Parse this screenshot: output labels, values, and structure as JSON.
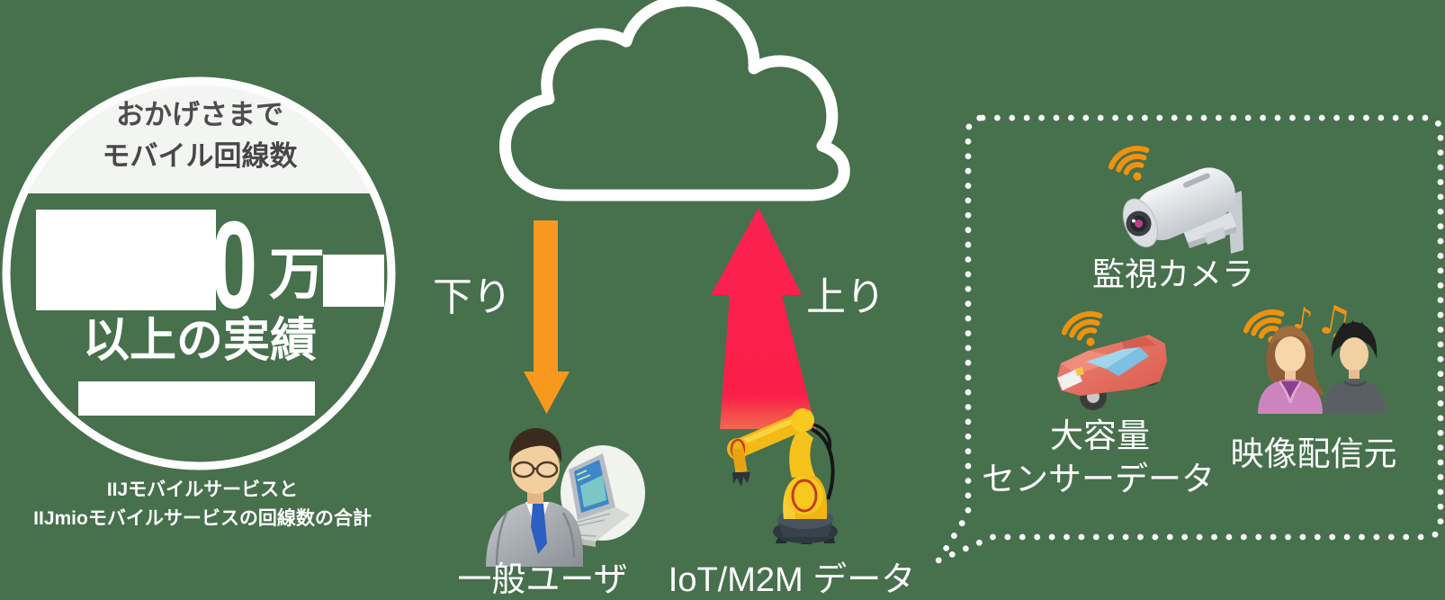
{
  "colors": {
    "background": "#47704d",
    "arrow_down_orange": "#f8981f",
    "arrow_up_red": "#fa1f4d",
    "wifi_orange": "#ef920e",
    "text_light": "#ffffff",
    "text_dark": "#4b4b4b"
  },
  "badge": {
    "top_line1": "おかげさまで",
    "top_line2": "モバイル回線数",
    "digit": "0",
    "unit": "万",
    "headline": "以上の実績",
    "footnote1": "IIJモバイルサービスと",
    "footnote2": "IIJmioモバイルサービスの回線数の合計"
  },
  "flows": {
    "down_label": "下り",
    "up_label": "上り"
  },
  "sources": {
    "user_label": "一般ユーザ",
    "iot_label": "IoT/M2M データ"
  },
  "bubble": {
    "camera_label": "監視カメラ",
    "sensor_label1": "大容量",
    "sensor_label2": "センサーデータ",
    "video_label": "映像配信元",
    "note1": "♪",
    "note2": "♫"
  }
}
